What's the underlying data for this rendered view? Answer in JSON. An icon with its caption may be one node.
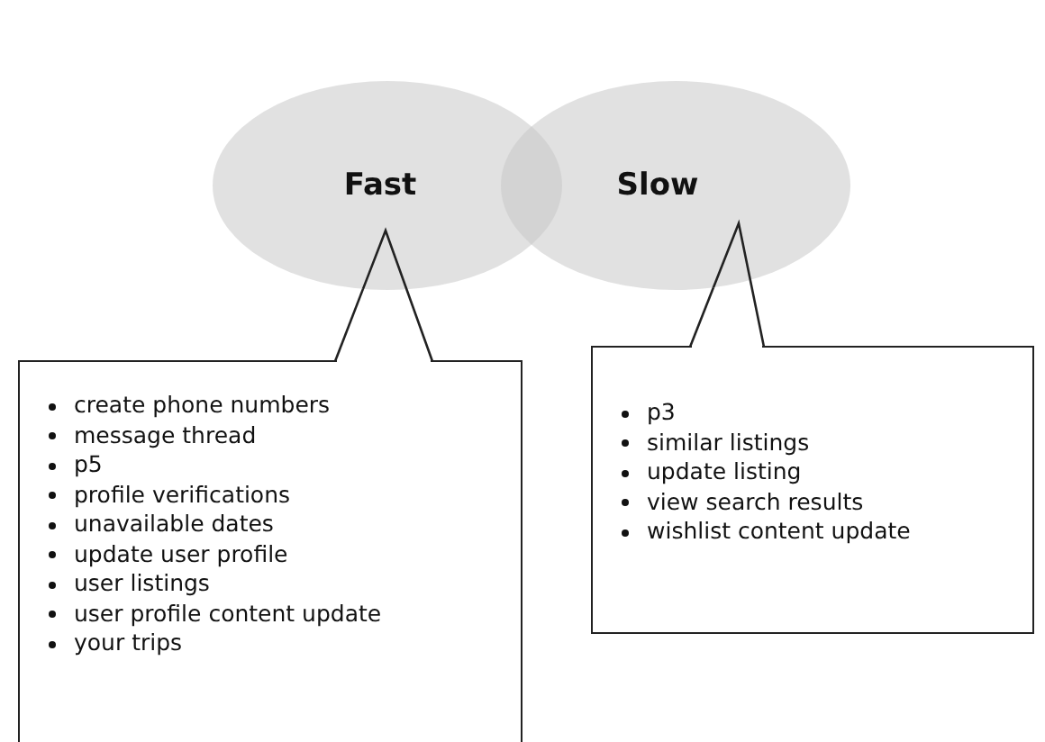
{
  "diagram": {
    "nodes": [
      {
        "text": [
          "Fast"
        ]
      },
      {
        "text": [
          "Slow"
        ]
      },
      {
        "text": [
          "create phone numbers",
          "message thread",
          "p5",
          "profile verifications",
          "unavailable dates",
          "update user profile",
          "user listings",
          "user profile content update",
          "your trips"
        ]
      },
      {
        "text": [
          "p3",
          "similar listings",
          "update listing",
          "view search results",
          "wishlist content update"
        ]
      }
    ],
    "edges": [
      {
        "from": 2,
        "to": 0,
        "arrow": "none"
      },
      {
        "from": 3,
        "to": 1,
        "arrow": "none"
      }
    ]
  }
}
